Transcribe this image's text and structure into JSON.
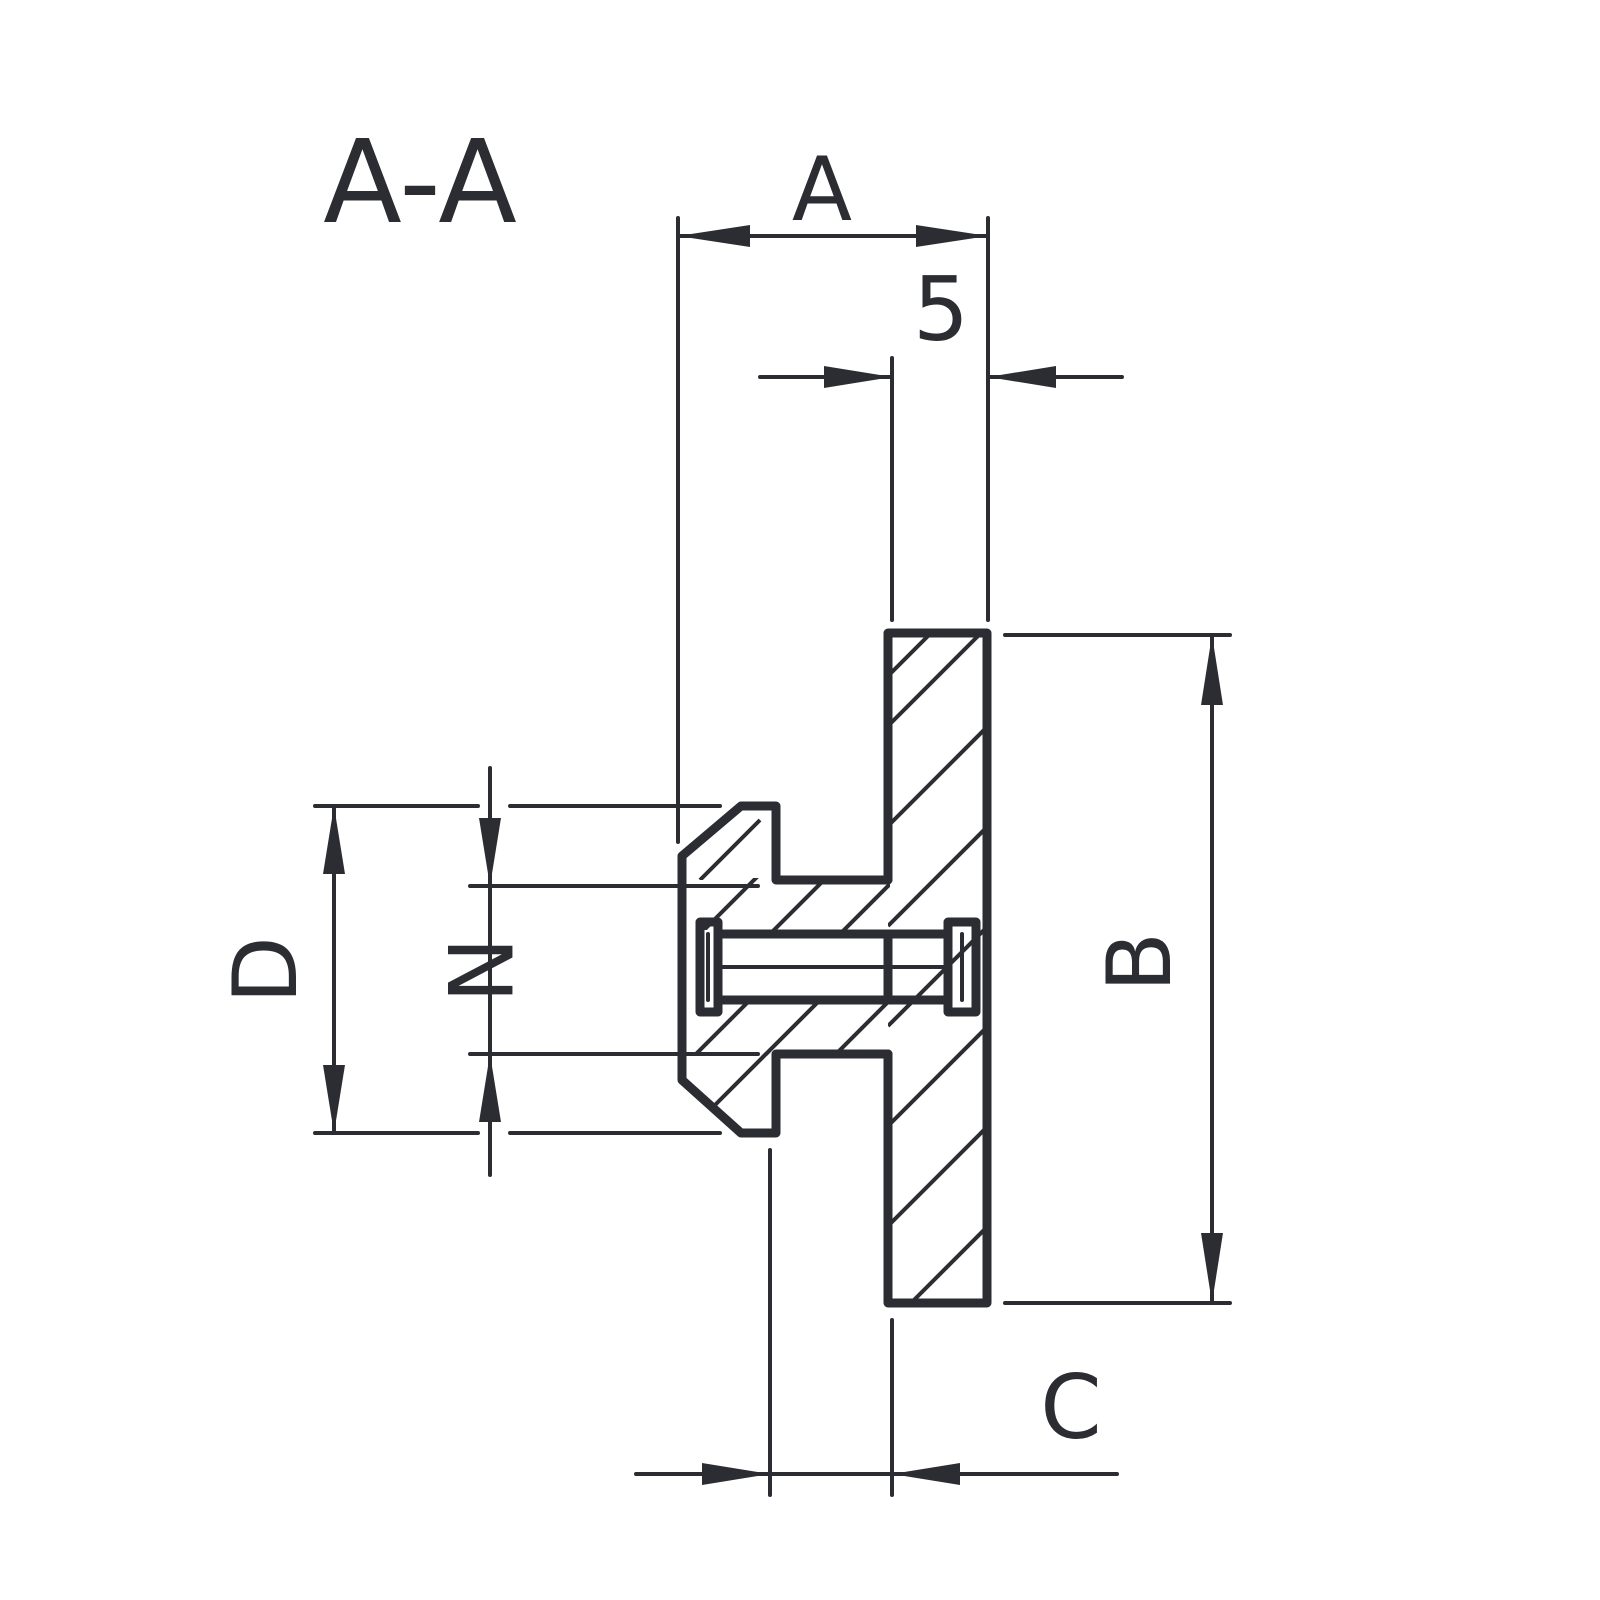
{
  "drawing": {
    "section_title": "A-A",
    "dimensions": {
      "a": "A",
      "five": "5",
      "b": "B",
      "c": "C",
      "d": "D",
      "n": "N"
    },
    "line_color": "#2b2d33",
    "background": "#ffffff"
  }
}
